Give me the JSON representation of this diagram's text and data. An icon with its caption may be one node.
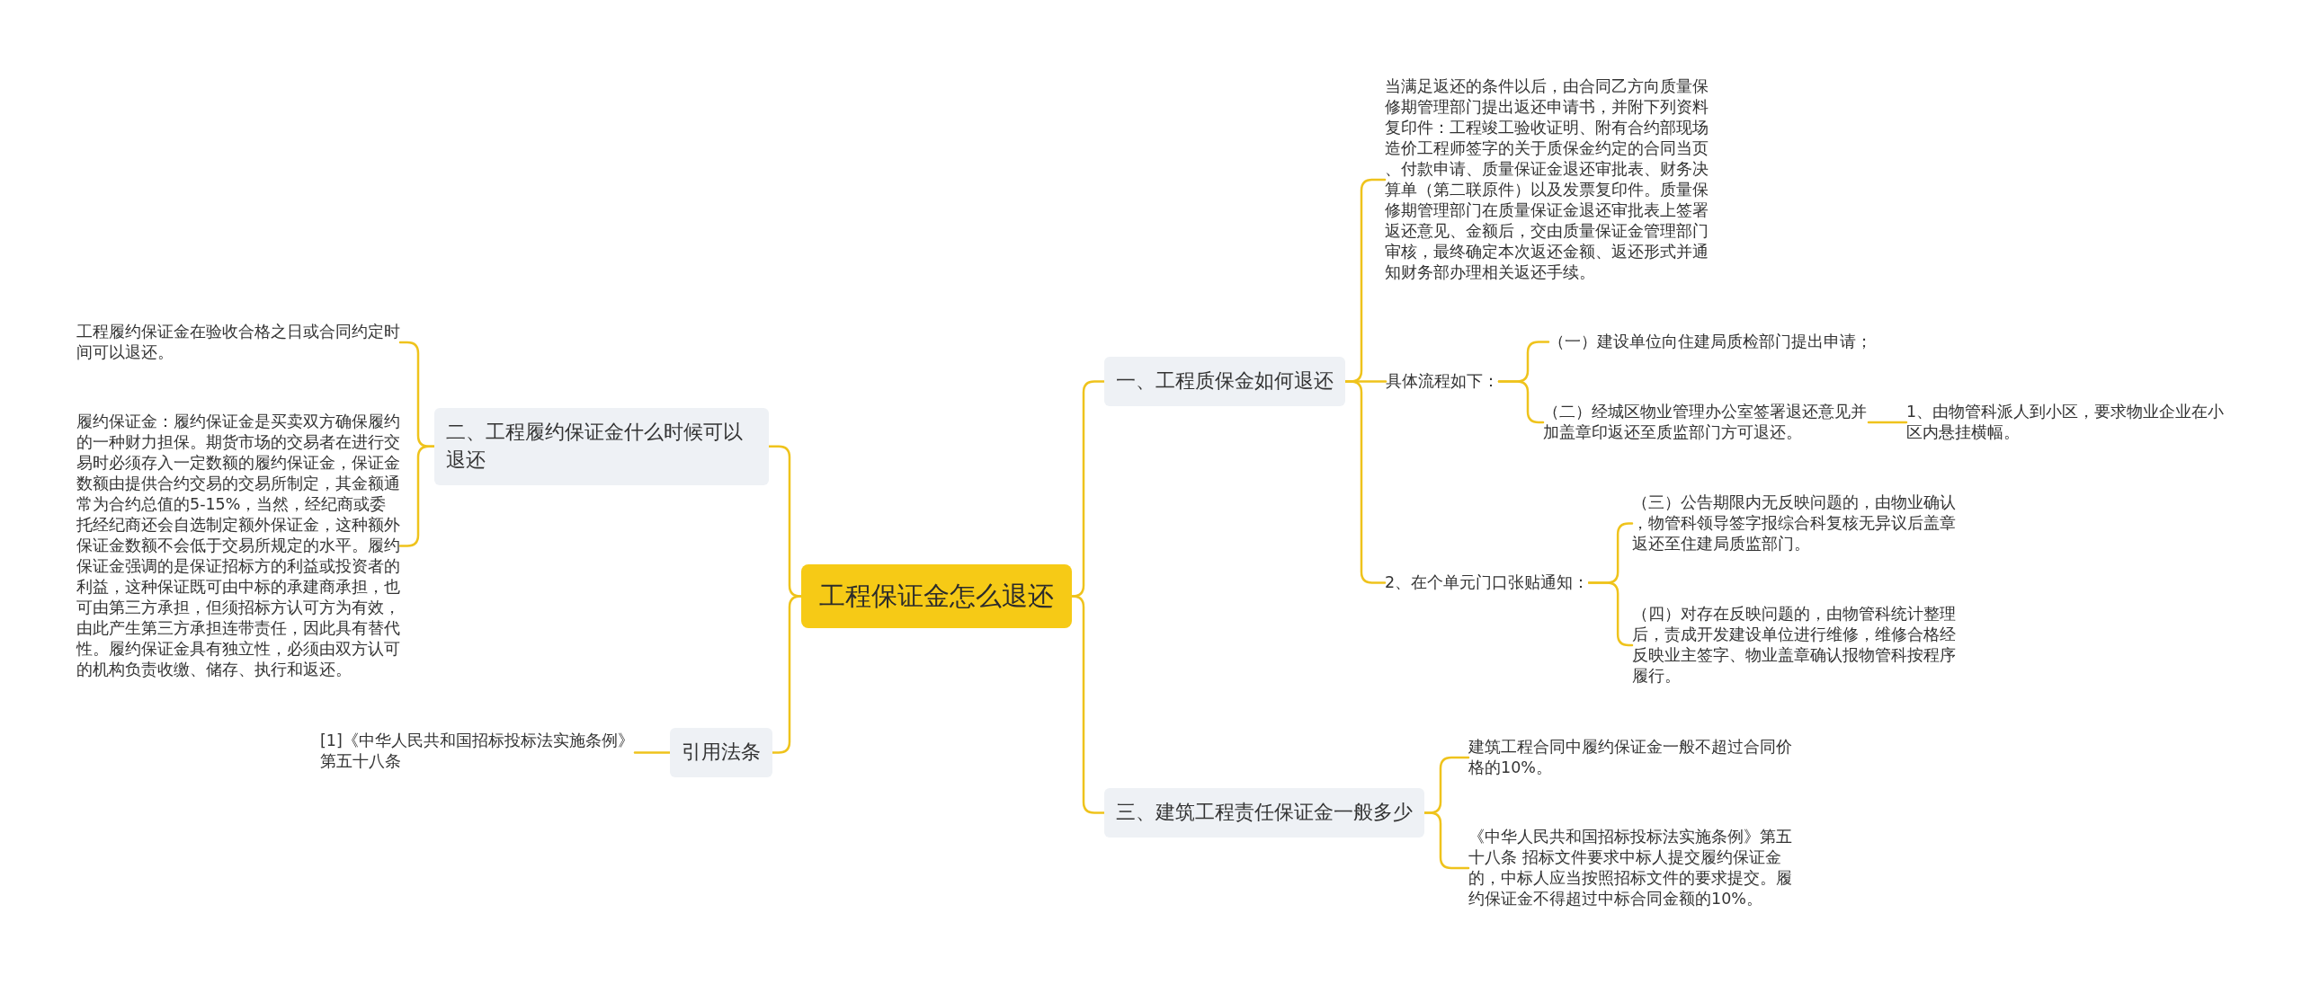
{
  "diagram": {
    "nodes": [
      {
        "text": [
          "工程保证金怎么退还"
        ]
      },
      {
        "text": [
          "一、工程质保金如何退还"
        ]
      },
      {
        "text": [
          "当满足返还的条件以后，由合同乙方向质量保修期管理部门提出返还申请书，并附下列资料复印件：工程竣工验收证明、附有合约部现场造价工程师签字的关于质保金约定的合同当页、付款申请、质量保证金退还审批表、财务决算单（第二联原件）以及发票复印件。质量保修期管理部门在质量保证金退还审批表上签署返还意见、金额后，交由质量保证金管理部门审核，最终确定本次返还金额、返还形式并通知财务部办理相关返还手续。"
        ]
      },
      {
        "text": [
          "具体流程如下："
        ]
      },
      {
        "text": [
          "（一）建设单位向住建局质检部门提出申请；"
        ]
      },
      {
        "text": [
          "（二）经城区物业管理办公室签署退还意见并加盖章印返还至质监部门方可退还。"
        ]
      },
      {
        "text": [
          "1、由物管科派人到小区，要求物业企业在小区内悬挂横幅。"
        ]
      },
      {
        "text": [
          "2、在个单元门口张贴通知："
        ]
      },
      {
        "text": [
          "（三）公告期限内无反映问题的，由物业确认，物管科领导签字报综合科复核无异议后盖章返还至住建局质监部门。"
        ]
      },
      {
        "text": [
          "（四）对存在反映问题的，由物管科统计整理后，责成开发建设单位进行维修，维修合格经反映业主签字、物业盖章确认报物管科按程序履行。"
        ]
      },
      {
        "text": [
          "二、工程履约保证金什么时候可以退还"
        ]
      },
      {
        "text": [
          "工程履约保证金在验收合格之日或合同约定时间可以退还。"
        ]
      },
      {
        "text": [
          "履约保证金：履约保证金是买卖双方确保履约的一种财力担保。期货市场的交易者在进行交易时必须存入一定数额的履约保证金，保证金数额由提供合约交易的交易所制定，其金额通常为合约总值的5-15%，当然，经纪商或委托经纪商还会自选制定额外保证金，这种额外保证金数额不会低于交易所规定的水平。履约保证金强调的是保证招标方的利益或投资者的利益，这种保证既可由中标的承建商承担，也可由第三方承担，但须招标方认可方为有效，由此产生第三方承担连带责任，因此具有替代性。履约保证金具有独立性，必须由双方认可的机构负责收缴、储存、执行和返还。"
        ]
      },
      {
        "text": [
          "引用法条"
        ]
      },
      {
        "text": [
          "[1]《中华人民共和国招标投标法实施条例》第五十八条"
        ]
      },
      {
        "text": [
          "三、建筑工程责任保证金一般多少"
        ]
      },
      {
        "text": [
          "建筑工程合同中履约保证金一般不超过合同价格的10%。"
        ]
      },
      {
        "text": [
          "《中华人民共和国招标投标法实施条例》第五十八条 招标文件要求中标人提交履约保证金的，中标人应当按照招标文件的要求提交。履约保证金不得超过中标合同金额的10%。"
        ]
      }
    ],
    "edges": [
      {
        "from": 0,
        "to": 1,
        "arrow": "none"
      },
      {
        "from": 1,
        "to": 2,
        "arrow": "none"
      },
      {
        "from": 1,
        "to": 3,
        "arrow": "none"
      },
      {
        "from": 3,
        "to": 4,
        "arrow": "none"
      },
      {
        "from": 3,
        "to": 5,
        "arrow": "none"
      },
      {
        "from": 5,
        "to": 6,
        "arrow": "none"
      },
      {
        "from": 1,
        "to": 7,
        "arrow": "none"
      },
      {
        "from": 7,
        "to": 8,
        "arrow": "none"
      },
      {
        "from": 7,
        "to": 9,
        "arrow": "none"
      },
      {
        "from": 0,
        "to": 10,
        "arrow": "none"
      },
      {
        "from": 10,
        "to": 11,
        "arrow": "none"
      },
      {
        "from": 10,
        "to": 12,
        "arrow": "none"
      },
      {
        "from": 0,
        "to": 13,
        "arrow": "none"
      },
      {
        "from": 13,
        "to": 14,
        "arrow": "none"
      },
      {
        "from": 0,
        "to": 15,
        "arrow": "none"
      },
      {
        "from": 15,
        "to": 16,
        "arrow": "none"
      },
      {
        "from": 15,
        "to": 17,
        "arrow": "none"
      }
    ]
  }
}
